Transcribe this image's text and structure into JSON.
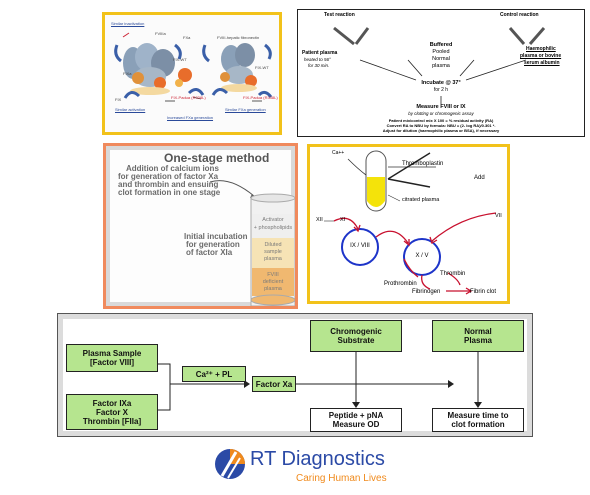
{
  "panel_tl": {
    "labels": {
      "similar_inactivation": "Similar inactivation",
      "fviii_a": "FVIIIa",
      "fxa": "FXa",
      "fix_wt": "FIX-WT",
      "fixa": "FIXa",
      "fix": "FIX",
      "fix_padua": "FIX-Padua (R338L)",
      "similar_activation": "Similar activation",
      "increased_fxa": "Increased FXa generation",
      "fviii_r": "FVIII-hepatic fibronectin",
      "fix_wt2": "FIX-WT",
      "fix_padua2": "FIX-Padua (R338L)",
      "similar_fxa": "Similar FXa generation"
    }
  },
  "panel_tr": {
    "test_reaction": "Test reaction",
    "control_reaction": "Control reaction",
    "patient_plasma": "Patient plasma",
    "heated": "heated to 56°",
    "for_30": "for 30 min.",
    "buffered": "Buffered",
    "pooled": "Pooled",
    "normal": "Normal",
    "plasma": "plasma",
    "haemophilic": "Haemophilic",
    "plasma_or_bovine": "plasma or bovine",
    "serum_albumin": "serum albumin",
    "incubate": "Incubate @ 37°",
    "for_2h": "for 2 h",
    "measure": "Measure FVIII or IX",
    "by_clotting": "by clotting or chromogenic assay",
    "formula1": "Patient mix/control mix X 100 = % residual activity (RA)",
    "formula2": "Convert RA to NBU by formula: NBU = (2- log RA)/0.301 *.",
    "formula3": "Adjust for dilution (haemophilic plasma or BSA), if necessary"
  },
  "panel_ml": {
    "title": "One-stage method",
    "text1_l1": "Addition of calcium ions",
    "text1_l2": "for generation of factor Xa",
    "text1_l3": "and thrombin and ensuing",
    "text1_l4": "clot formation in one stage",
    "text2_l1": "Initial incubation",
    "text2_l2": "for generation",
    "text2_l3": "of factor XIa",
    "layer_activator": "Activator",
    "layer_phospholipids": "+ phospholipids",
    "layer_diluted1": "Diluted",
    "layer_diluted2": "sample",
    "layer_diluted3": "plasma",
    "layer_fviii1": "FVIII",
    "layer_fviii2": "deficient",
    "layer_fviii3": "plasma"
  },
  "panel_mr": {
    "ca": "Ca++",
    "thromboplastin": "Thromboplastin",
    "add": "Add",
    "citrated": "citrated plasma",
    "xii": "XII",
    "xi": "XI",
    "vii": "VII",
    "ix_viii": "IX / VIII",
    "x_v": "X / V",
    "thrombin": "Thrombin",
    "prothrombin": "Prothrombin",
    "fibrinogen": "Fibrinogen",
    "fibrin": "Fibrin clot"
  },
  "panel_bottom": {
    "plasma_sample": "Plasma Sample",
    "factor_viii": "[Factor VIII]",
    "factor_ixa": "Factor IXa",
    "factor_x": "Factor X",
    "thrombin_iia": "Thrombin [FIIa]",
    "ca_pl": "Ca²⁺ + PL",
    "factor_xa": "Factor Xa",
    "chromogenic1": "Chromogenic",
    "chromogenic2": "Substrate",
    "normal1": "Normal",
    "normal2": "Plasma",
    "peptide1": "Peptide + pNA",
    "peptide2": "Measure OD",
    "measure1": "Measure time to",
    "measure2": "clot formation"
  },
  "logo": {
    "name": "RT Diagnostics",
    "tagline": "Caring Human Lives"
  },
  "colors": {
    "gold_border": "#f2c21a",
    "orange_border": "#f08a5d",
    "green_fill": "#b6e58f",
    "logo_blue": "#2b4aa6",
    "logo_orange": "#f08a1c",
    "tube_yellow": "#f4e30a",
    "circle_blue": "#1d34c9",
    "arrow_red": "#c8102e"
  }
}
